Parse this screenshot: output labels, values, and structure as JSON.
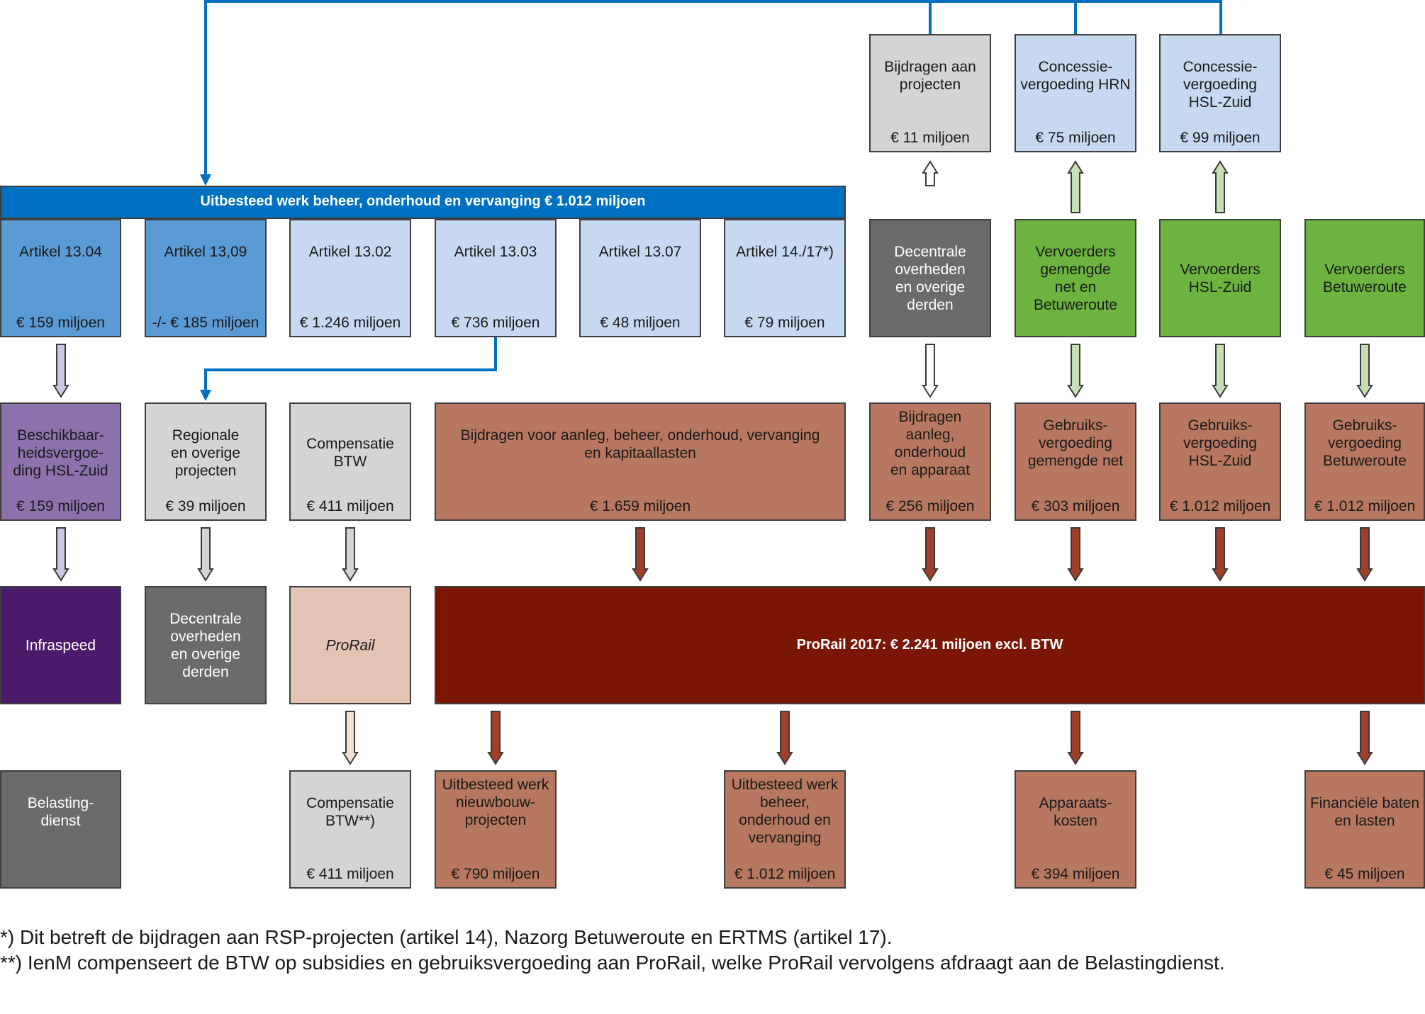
{
  "top_bar": "Uitbesteed werk beheer, onderhoud en vervanging € 1.012 miljoen",
  "top_boxes": {
    "bijdragen_projecten": {
      "label": "Bijdragen aan\nprojecten",
      "amount": "€ 11 miljoen"
    },
    "concessie_hrn": {
      "label": "Concessie-\nvergoeding HRN",
      "amount": "€ 75 miljoen"
    },
    "concessie_hsl": {
      "label": "Concessie-\nvergoeding\nHSL-Zuid",
      "amount": "€ 99 miljoen"
    }
  },
  "articles": [
    {
      "label": "Artikel 13.04",
      "amount": "€ 159 miljoen"
    },
    {
      "label": "Artikel 13,09",
      "amount": "-/- € 185 miljoen"
    },
    {
      "label": "Artikel 13.02",
      "amount": "€ 1.246 miljoen"
    },
    {
      "label": "Artikel 13.03",
      "amount": "€ 736 miljoen"
    },
    {
      "label": "Artikel 13.07",
      "amount": "€ 48 miljoen"
    },
    {
      "label": "Artikel 14./17*)",
      "amount": "€ 79 miljoen"
    }
  ],
  "row2_right": [
    {
      "label": "Decentrale\noverheden\nen overige\nderden"
    },
    {
      "label": "Vervoerders\ngemengde\nnet en\nBetuweroute"
    },
    {
      "label": "Vervoerders\nHSL-Zuid"
    },
    {
      "label": "Vervoerders\nBetuweroute"
    }
  ],
  "row3": [
    {
      "label": "Beschikbaar-\nheidsvergoe-\nding HSL-Zuid",
      "amount": "€ 159 miljoen"
    },
    {
      "label": "Regionale\nen overige\nprojecten",
      "amount": "€ 39 miljoen"
    },
    {
      "label": "Compensatie\nBTW",
      "amount": "€ 411 miljoen"
    },
    {
      "label": "Bijdragen voor aanleg, beheer, onderhoud, vervanging\nen kapitaallasten",
      "amount": "€ 1.659 miljoen"
    },
    {
      "label": "Bijdragen\naanleg,\nonderhoud\nen apparaat",
      "amount": "€ 256 miljoen"
    },
    {
      "label": "Gebruiks-\nvergoeding\ngemengde net",
      "amount": "€ 303 miljoen"
    },
    {
      "label": "Gebruiks-\nvergoeding\nHSL-Zuid",
      "amount": "€ 1.012 miljoen"
    },
    {
      "label": "Gebruiks-\nvergoeding\nBetuweroute",
      "amount": "€ 1.012 miljoen"
    }
  ],
  "row4": {
    "infraspeed": "Infraspeed",
    "decentrale": "Decentrale\noverheden\nen overige\nderden",
    "prorail": "ProRail",
    "prorail_main": "ProRail 2017: € 2.241 miljoen excl. BTW"
  },
  "row5": [
    {
      "label": "Belasting-\ndienst",
      "amount": ""
    },
    {
      "label": "Compensatie\nBTW**)",
      "amount": "€ 411 miljoen"
    },
    {
      "label": "Uitbesteed werk\nnieuwbouw-\nprojecten",
      "amount": "€ 790 miljoen"
    },
    {
      "label": "Uitbesteed werk\nbeheer,\nonderhoud en\nvervanging",
      "amount": "€ 1.012 miljoen"
    },
    {
      "label": "Apparaats-\nkosten",
      "amount": "€ 394 miljoen"
    },
    {
      "label": "Financiële baten\nen lasten",
      "amount": "€ 45 miljoen"
    }
  ],
  "footnotes": [
    "*) Dit betreft de bijdragen aan RSP-projecten (artikel 14), Nazorg Betuweroute en ERTMS (artikel 17).",
    "**) IenM compenseert de BTW op subsidies en gebruiksvergoeding aan ProRail, welke ProRail vervolgens afdraagt aan de Belastingdienst."
  ],
  "colors": {
    "connector_blue": "#0070c0",
    "arrow_brown": "#a0402a",
    "arrow_green": "#c6e0b4",
    "arrow_lavender": "#c8c8e6",
    "arrow_grey": "#d4d4d4"
  }
}
